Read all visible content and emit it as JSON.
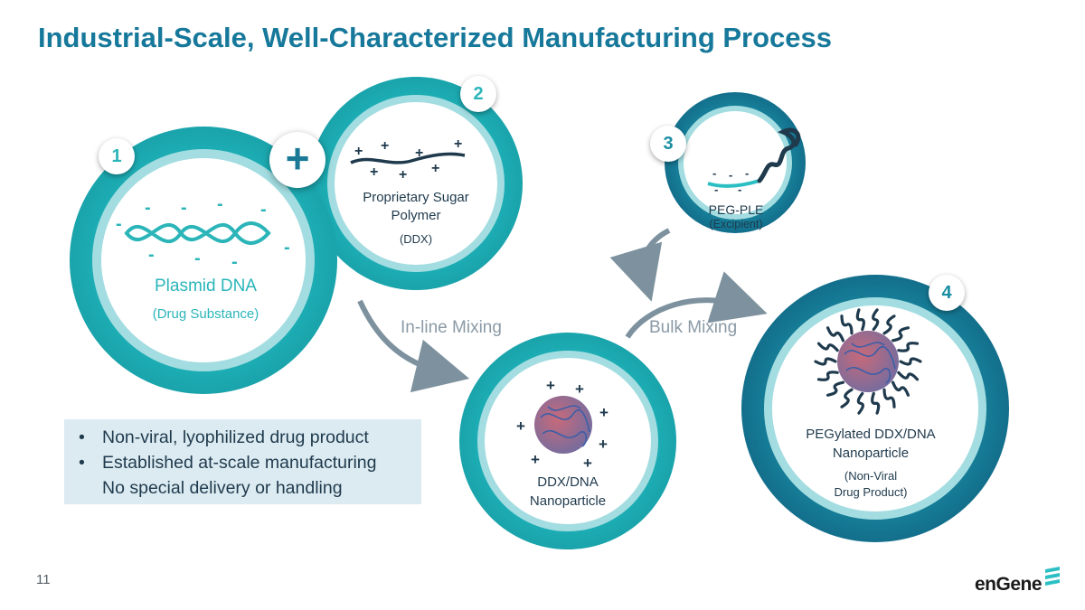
{
  "title": "Industrial-Scale, Well-Characterized Manufacturing Process",
  "steps": [
    {
      "number": "1",
      "label": "Plasmid DNA",
      "sublabel": "(Drug Substance)"
    },
    {
      "number": "2",
      "label_line1": "Proprietary Sugar",
      "label_line2": "Polymer",
      "sublabel": "(DDX)"
    },
    {
      "number": "3",
      "label": "PEG-PLE",
      "sublabel": "(Excipient)"
    },
    {
      "number": "4",
      "label_line1": "PEGylated DDX/DNA",
      "label_line2": "Nanoparticle",
      "sublabel_line1": "(Non-Viral",
      "sublabel_line2": "Drug Product)"
    }
  ],
  "intermediate": {
    "label_line1": "DDX/DNA",
    "label_line2": "Nanoparticle"
  },
  "mixing": {
    "inline": "In-line Mixing",
    "bulk": "Bulk Mixing"
  },
  "plus_symbol": "+",
  "bullets": [
    "Non-viral, lyophilized drug product",
    "Established at-scale manufacturing",
    "No special delivery or handling"
  ],
  "bullet_glyph": "•",
  "page_number": "11",
  "logo": "enGene",
  "colors": {
    "title": "#16789a",
    "teal": "#2bbfc4",
    "teal_dark": "#1a8ea3",
    "navy": "#1f3a4d",
    "arrow": "#7d929e",
    "panel": "#dcebf1"
  }
}
